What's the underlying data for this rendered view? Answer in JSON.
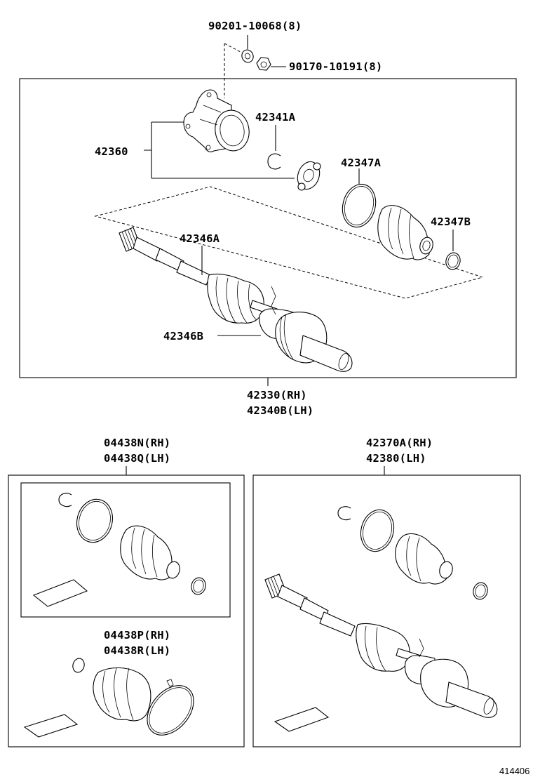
{
  "labels": {
    "nut_washer": "90201-10068(8)",
    "nut": "90170-10191(8)",
    "outer_joint": "42360",
    "snap_ring": "42341A",
    "clamp_large": "42347A",
    "clamp_small": "42347B",
    "inner_boot_clamp": "42346A",
    "outer_boot_clamp": "42346B",
    "shaft_rh": "42330(RH)",
    "shaft_lh": "42340B(LH)",
    "kit_outer_rh": "04438N(RH)",
    "kit_outer_lh": "04438Q(LH)",
    "kit_inner_rh": "04438P(RH)",
    "kit_inner_lh": "04438R(LH)",
    "assy_rh": "42370A(RH)",
    "assy_lh": "42380(LH)"
  },
  "figure_number": "414406"
}
